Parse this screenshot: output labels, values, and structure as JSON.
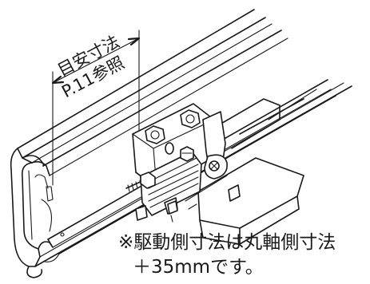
{
  "dimension_label": {
    "line1": "目安寸法",
    "line2": "P.11参照"
  },
  "note": {
    "line1": "※駆動側寸法は丸軸側寸法",
    "line2": "＋35mmです。"
  }
}
